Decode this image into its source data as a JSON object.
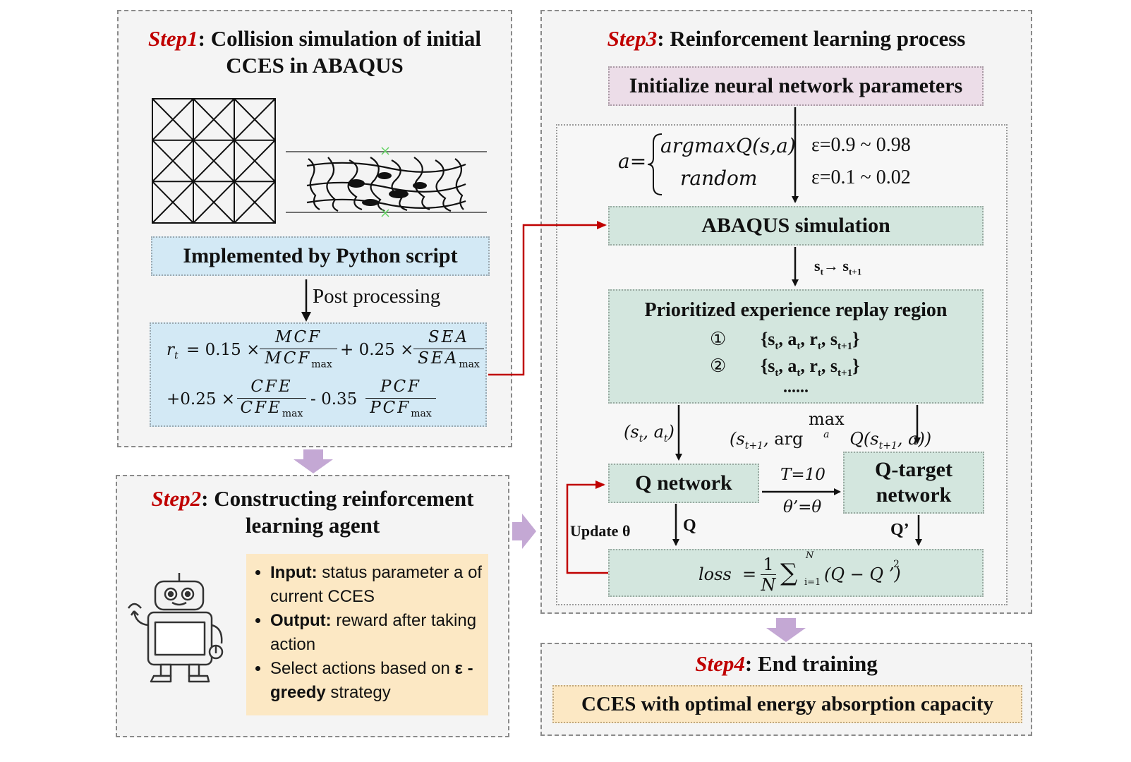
{
  "step1": {
    "step_label": "Step1",
    "title_rest": ": Collision simulation of initial CCES in ABAQUS",
    "python_label": "Implemented by Python script",
    "post_label": "Post processing",
    "formula": {
      "lhs": "r",
      "lhs_sub": "t",
      "c1": "= 0.15 ×",
      "n1": "MCF",
      "d1": "MCF",
      "d1_sub": "max",
      "c2": "+ 0.25 ×",
      "n2": "SEA",
      "d2": "SEA",
      "d2_sub": "max",
      "c3": "+0.25 ×",
      "n3": "CFE",
      "d3": "CFE",
      "d3_sub": "max",
      "c4": "- 0.35",
      "n4": "PCF",
      "d4": "PCF",
      "d4_sub": "max"
    }
  },
  "step2": {
    "step_label": "Step2",
    "title_rest": ": Constructing reinforcement learning agent",
    "items": [
      {
        "bold": "Input:",
        "text": " status parameter a of current CCES"
      },
      {
        "bold": "Output:",
        "text": " reward after taking action"
      },
      {
        "bold": "",
        "text": "Select actions based on ",
        "bold2": "ε - greedy",
        "text2": " strategy"
      }
    ]
  },
  "step3": {
    "step_label": "Step3",
    "title_rest": ": Reinforcement learning process",
    "init_label": "Initialize neural network parameters",
    "policy": {
      "a_eq": "a=",
      "case1": "argmaxQ(s,a)",
      "case2": "random",
      "eps1": "ε=0.9 ~ 0.98",
      "eps2": "ε=0.1 ~ 0.02"
    },
    "abaqus_label": "ABAQUS simulation",
    "transition": "st→ st+1",
    "per": {
      "title": "Prioritized experience replay region",
      "row1_num": "①",
      "row1": "{st, at, rt, st+1}",
      "row2_num": "②",
      "row2": "{st, at, rt, st+1}",
      "more": "......"
    },
    "sa_label": "(st, at)",
    "target_label": "(st+1, arg max Q(st+1, a))",
    "q_network": "Q network",
    "q_target": "Q-target network",
    "t_label": "T=10",
    "theta_label": "θ’=θ",
    "update_label": "Update θ",
    "q_label": "Q",
    "q_prime_label": "Q’",
    "loss_label": "loss = (1/N) Σ (Q − Q’)²",
    "loss": {
      "lhs": "loss",
      "eq": "=",
      "num": "1",
      "den": "N",
      "sum": "∑",
      "top": "N",
      "bot": "i=1",
      "body": "(Q − Q ’)",
      "sq": "2"
    }
  },
  "step4": {
    "step_label": "Step4",
    "title_rest": ": End training",
    "result_label": "CCES with optimal energy absorption capacity"
  },
  "colors": {
    "step_red": "#c00000",
    "arrow_red": "#c00000",
    "arrow_purple": "#c4a8d4",
    "blue_box": "#d3e9f5",
    "green_box": "#d3e6de",
    "pink_box": "#ecdde8",
    "yellow_box": "#fce8c4"
  }
}
